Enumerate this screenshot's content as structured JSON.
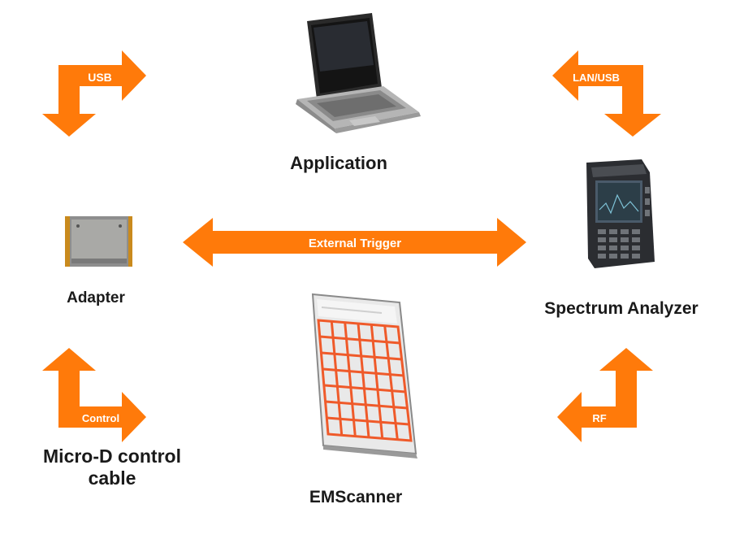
{
  "colors": {
    "arrow": "#ff7a0a",
    "text": "#1a1a1a",
    "arrow_text": "#ffffff"
  },
  "nodes": {
    "application": {
      "label": "Application",
      "icon": "laptop-icon"
    },
    "adapter": {
      "label": "Adapter",
      "icon": "adapter-box-icon"
    },
    "spectrum_analyzer": {
      "label": "Spectrum Analyzer",
      "icon": "spectrum-analyzer-icon"
    },
    "emscanner": {
      "label": "EMScanner",
      "icon": "emscanner-board-icon"
    },
    "cable": {
      "label_line1": "Micro-D control",
      "label_line2": "cable"
    }
  },
  "connections": {
    "usb": "USB",
    "lan_usb": "LAN/USB",
    "external_trigger": "External Trigger",
    "control": "Control",
    "rf": "RF"
  }
}
